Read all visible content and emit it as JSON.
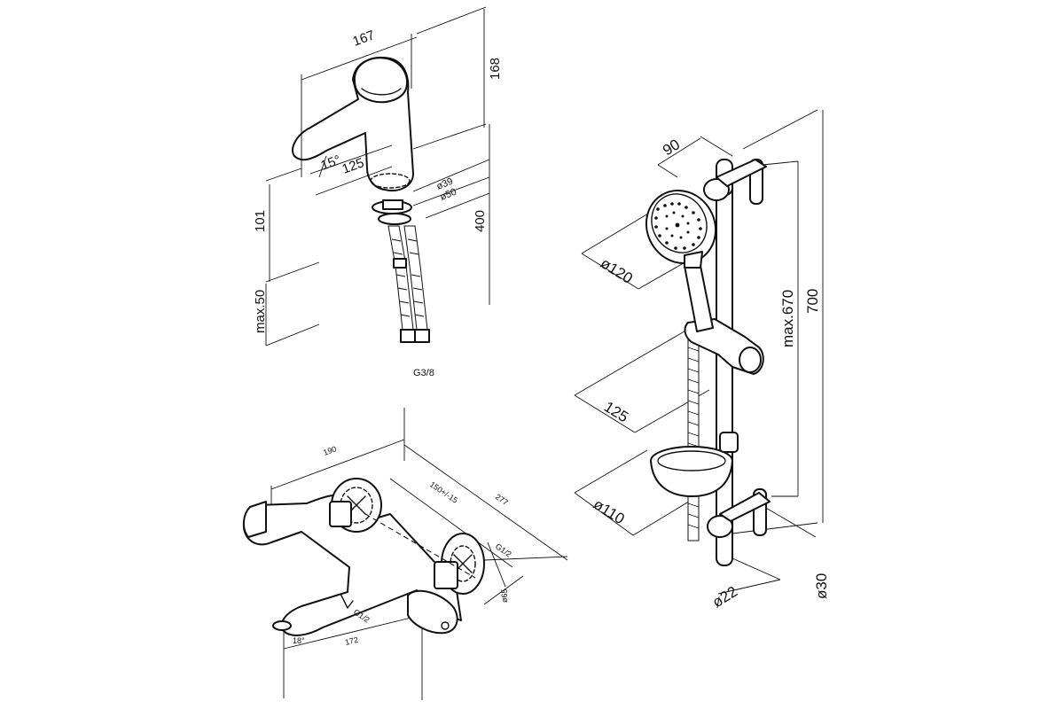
{
  "basin_faucet": {
    "width": "167",
    "height": "168",
    "angle": "15°",
    "reach": "125",
    "hole_inner": "ø39",
    "hole_outer": "ø50",
    "body_height": "101",
    "hose_length": "400",
    "deck_thickness": "max.50",
    "thread": "G3/8"
  },
  "bath_mixer": {
    "depth": "190",
    "length": "277",
    "centers": "150+/-15",
    "inlet_top": "G1/2",
    "height": "ø65",
    "outlet": "G1/2",
    "angle": "18°",
    "spout": "172"
  },
  "shower_set": {
    "offset": "90",
    "head_diameter": "ø120",
    "holder_offset": "125",
    "dish_diameter": "ø110",
    "rail_diameter": "ø22",
    "bracket_diameter": "ø30",
    "max_height": "max.670",
    "total_height": "700"
  }
}
